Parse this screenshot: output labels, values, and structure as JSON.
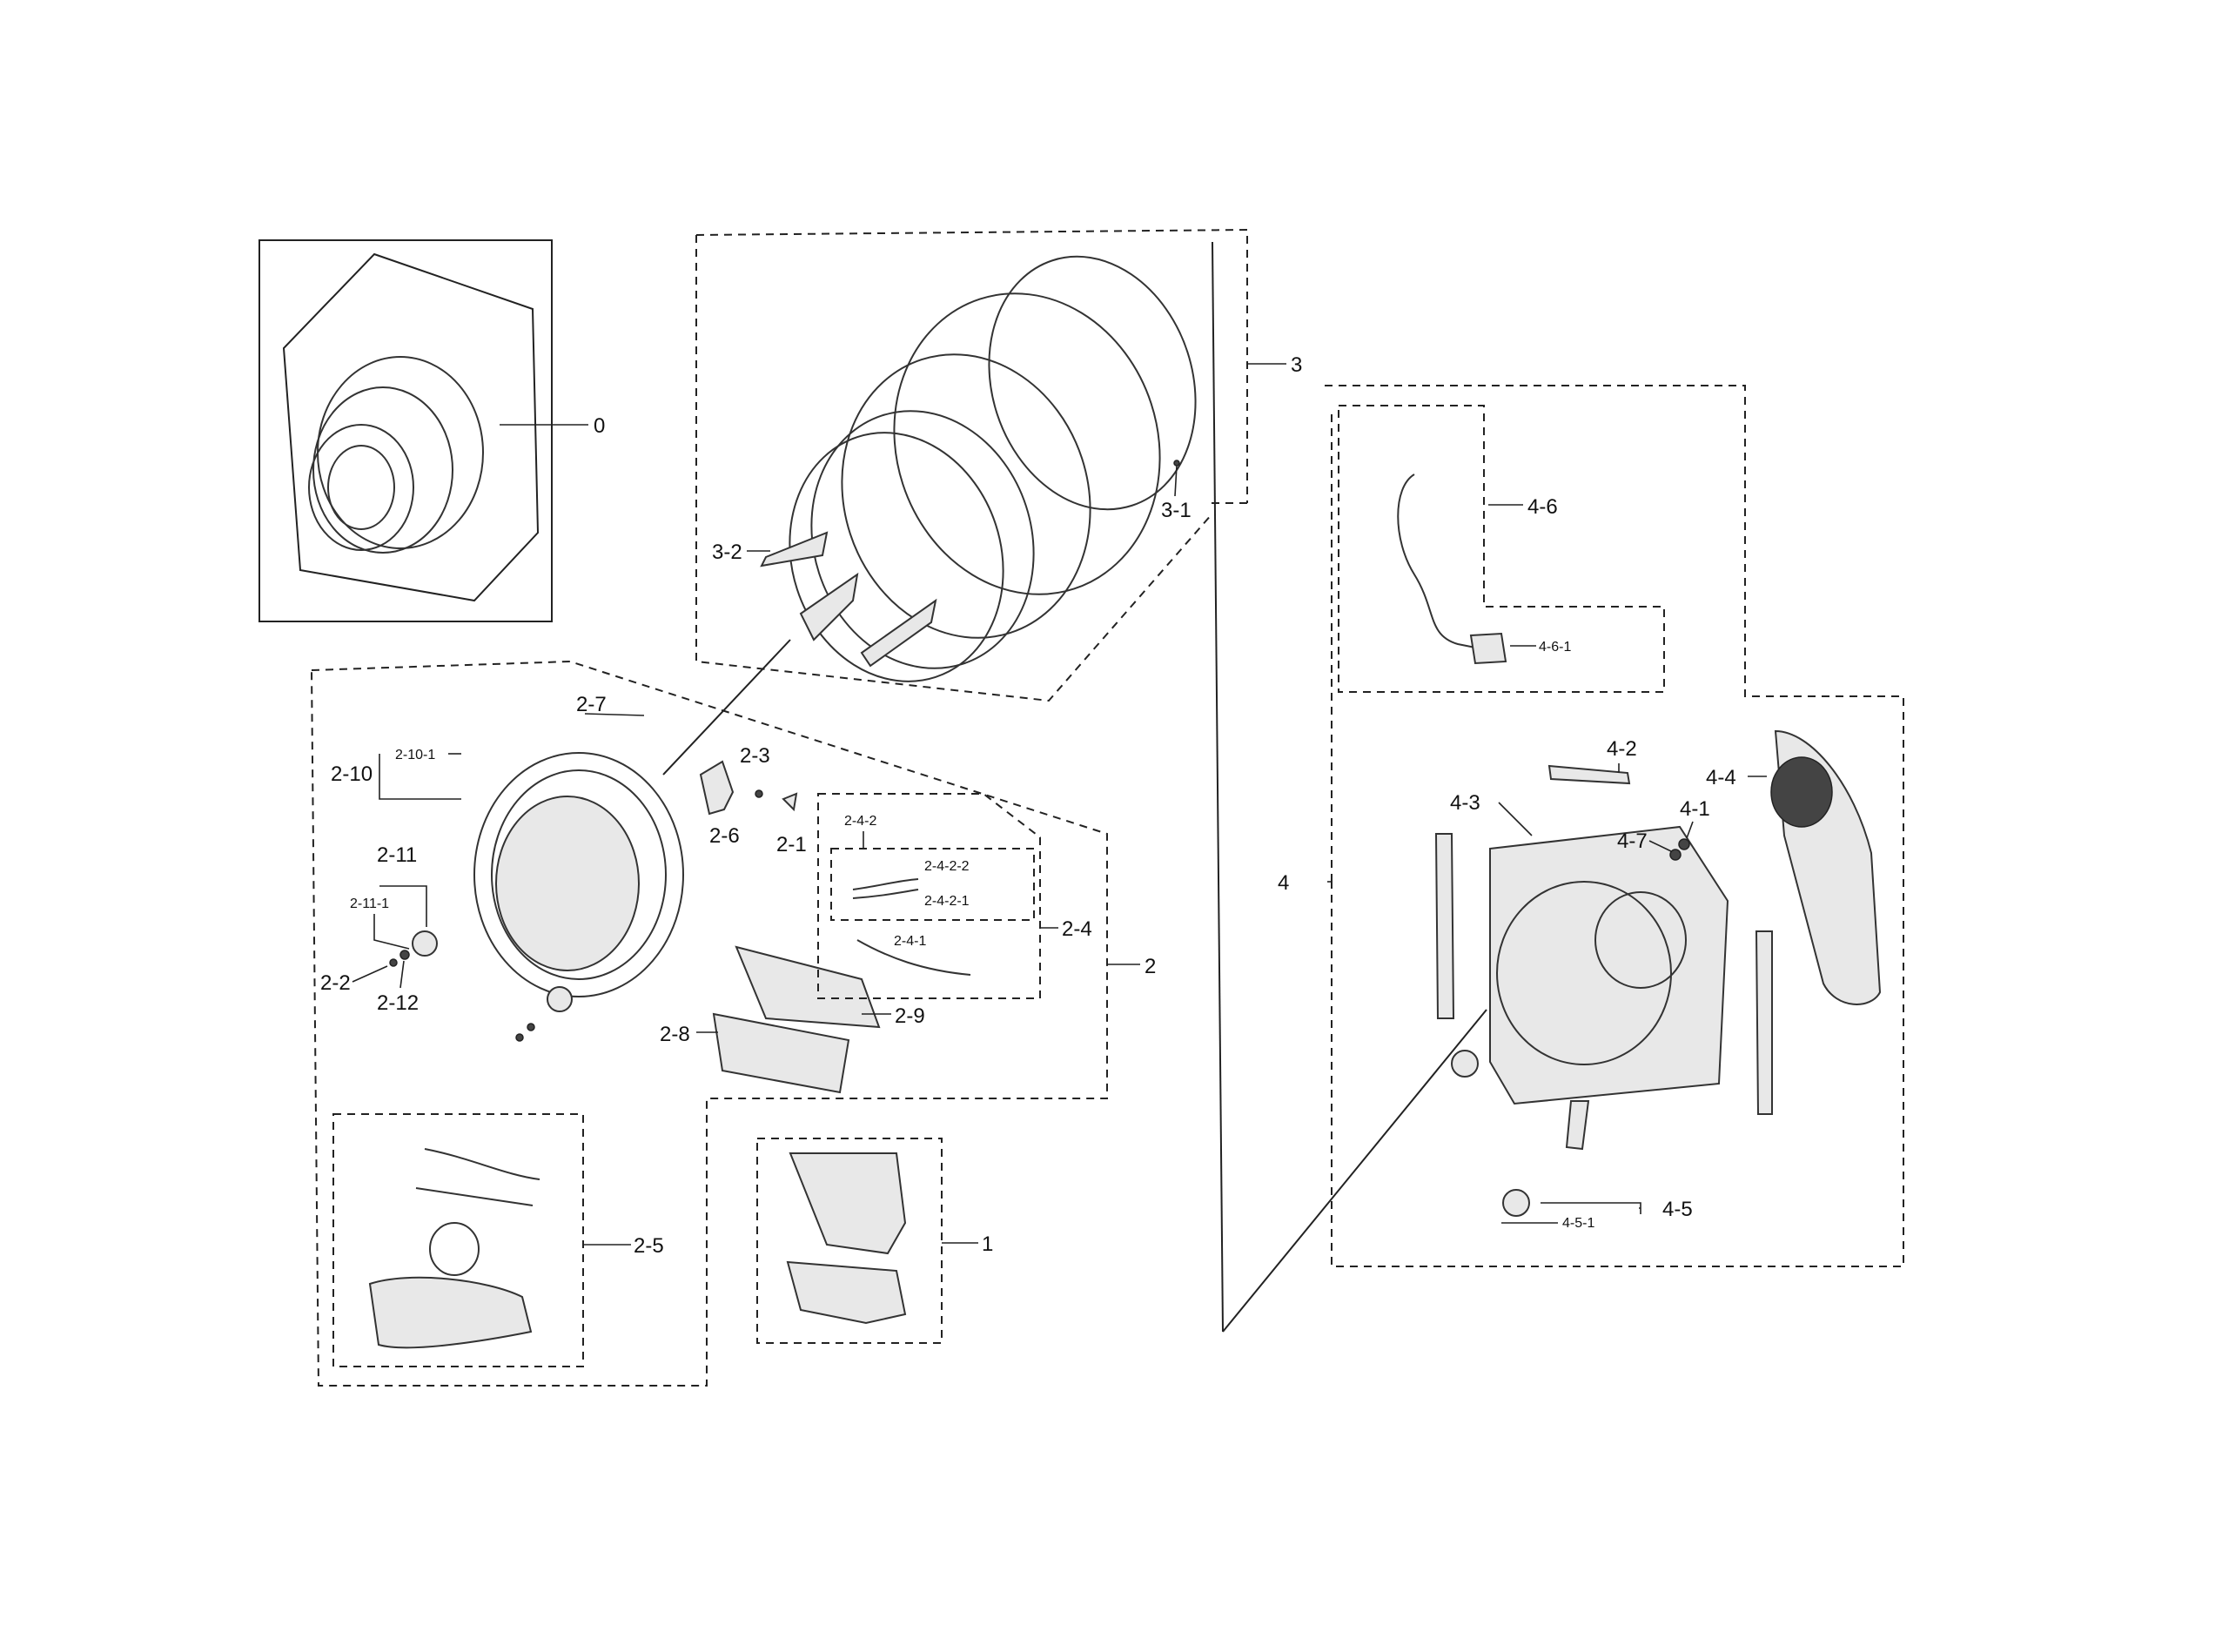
{
  "diagram": {
    "labels": {
      "l0": "0",
      "l1": "1",
      "l2": "2",
      "l2_1": "2-1",
      "l2_2": "2-2",
      "l2_3": "2-3",
      "l2_4": "2-4",
      "l2_4_1": "2-4-1",
      "l2_4_2": "2-4-2",
      "l2_4_2_1": "2-4-2-1",
      "l2_4_2_2": "2-4-2-2",
      "l2_5": "2-5",
      "l2_6": "2-6",
      "l2_7": "2-7",
      "l2_8": "2-8",
      "l2_9": "2-9",
      "l2_10": "2-10",
      "l2_10_1": "2-10-1",
      "l2_11": "2-11",
      "l2_11_1": "2-11-1",
      "l2_12": "2-12",
      "l3": "3",
      "l3_1": "3-1",
      "l3_2": "3-2",
      "l4": "4",
      "l4_1": "4-1",
      "l4_2": "4-2",
      "l4_3": "4-3",
      "l4_4": "4-4",
      "l4_5": "4-5",
      "l4_5_1": "4-5-1",
      "l4_6": "4-6",
      "l4_6_1": "4-6-1",
      "l4_7": "4-7"
    }
  }
}
